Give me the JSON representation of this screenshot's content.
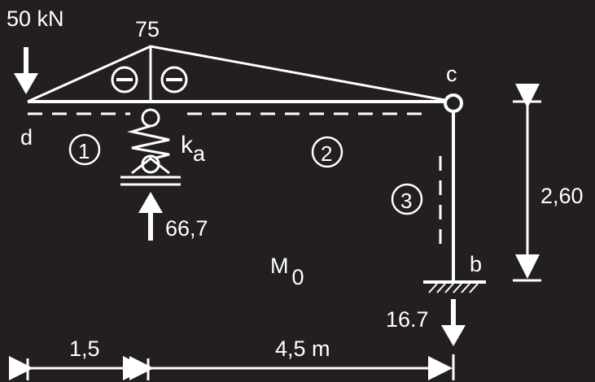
{
  "load": {
    "label": "50 kN"
  },
  "moment_peak": {
    "label": "75"
  },
  "nodes": {
    "d": "d",
    "c": "c",
    "b": "b"
  },
  "members": {
    "m1": "1",
    "m2": "2",
    "m3": "3"
  },
  "signs": {
    "s1": "⊖",
    "s2": "⊖"
  },
  "spring": {
    "k": "k",
    "sub": "a"
  },
  "reaction_spring": {
    "label": "66,7"
  },
  "reaction_b": {
    "label": "16.7"
  },
  "diagram_label": {
    "main": "M",
    "sub": "0"
  },
  "dims": {
    "left": "1,5",
    "right": "4,5 m",
    "height": "2,60"
  },
  "colors": {
    "background": "#231f20",
    "foreground": "#ffffff"
  }
}
